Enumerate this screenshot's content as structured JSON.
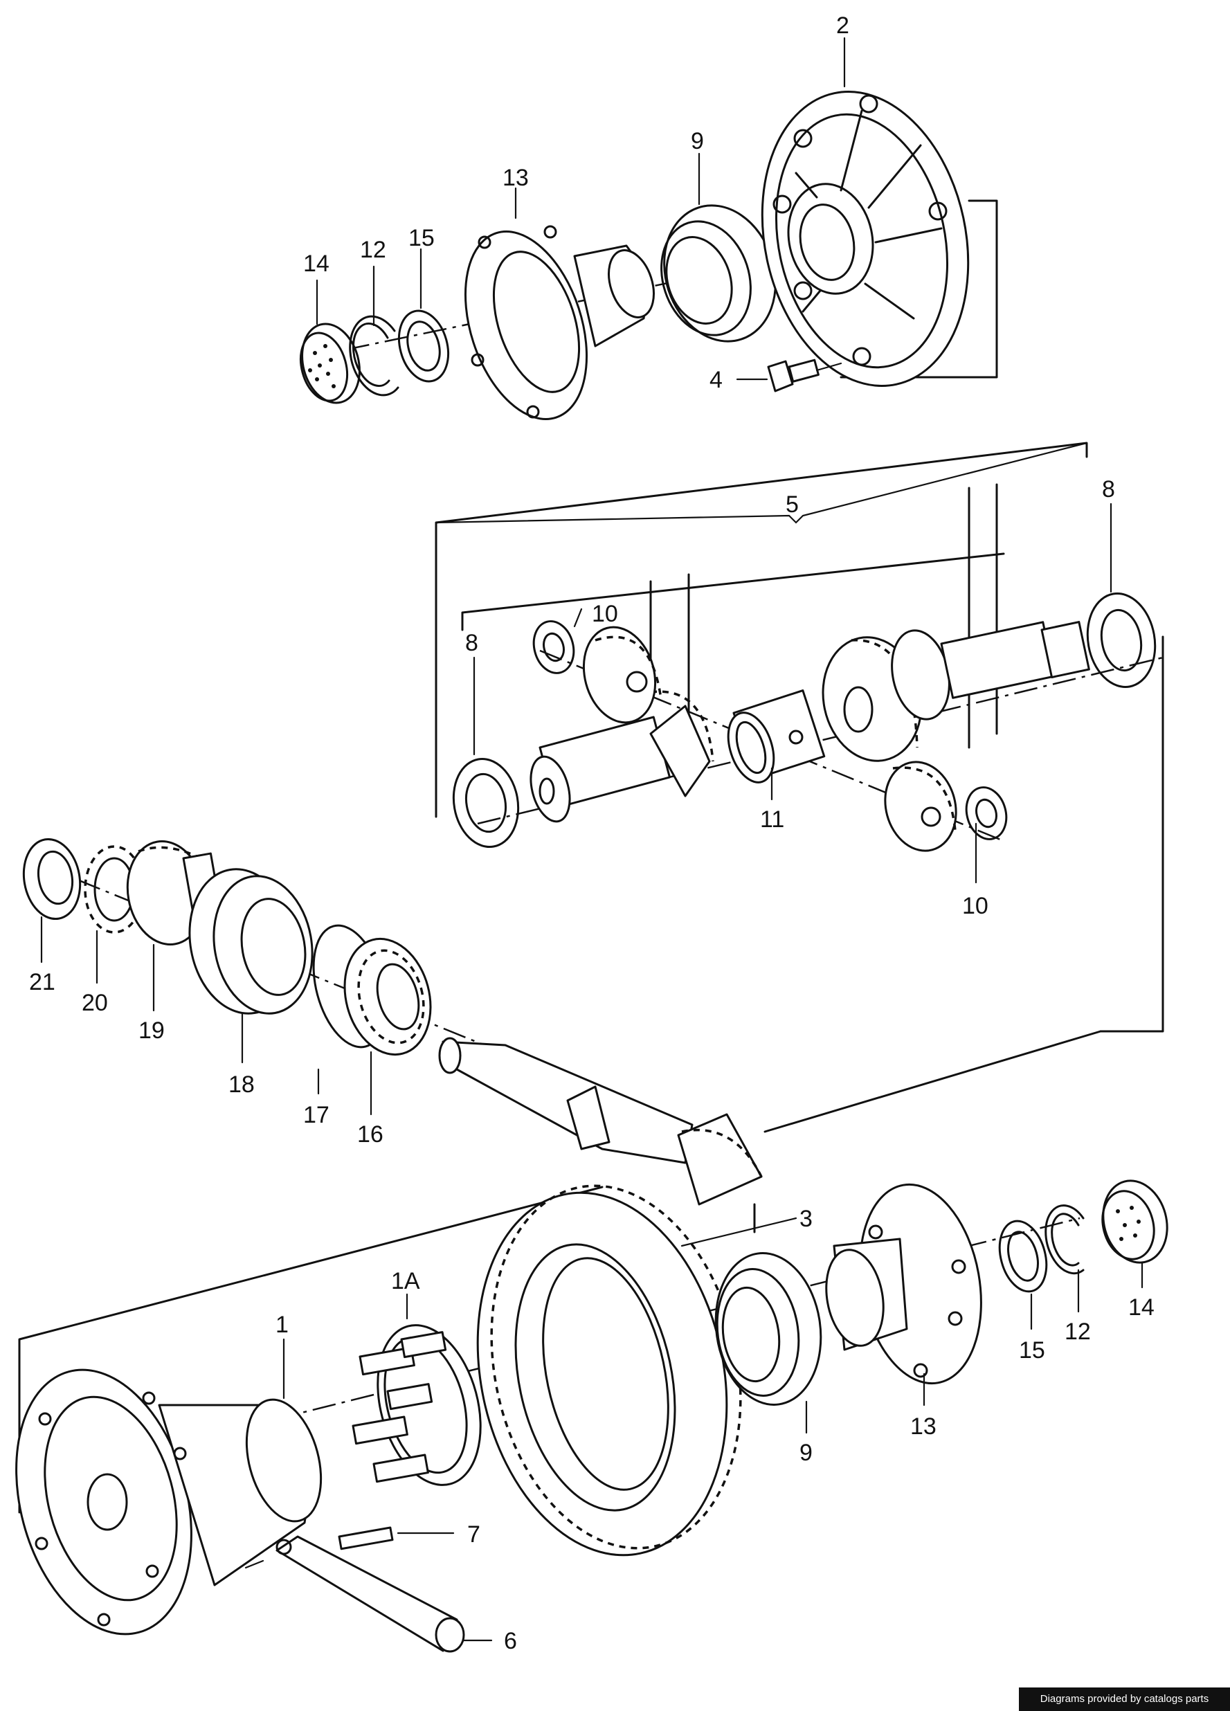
{
  "labels": {
    "upper": {
      "l2": "2",
      "l9": "9",
      "l13": "13",
      "l15": "15",
      "l12": "12",
      "l14": "14",
      "l4": "4"
    },
    "middle": {
      "l5": "5",
      "l8_right": "8",
      "l10_top": "10",
      "l8_left": "8",
      "l11": "11",
      "l10_bottom": "10"
    },
    "pinion": {
      "l21": "21",
      "l20": "20",
      "l19": "19",
      "l18": "18",
      "l17": "17",
      "l16": "16"
    },
    "lower": {
      "l3": "3",
      "l1A": "1A",
      "l1": "1",
      "l9": "9",
      "l13": "13",
      "l15": "15",
      "l12": "12",
      "l14": "14",
      "l7": "7",
      "l6": "6"
    }
  },
  "credit": "Diagrams provided by catalogs parts"
}
